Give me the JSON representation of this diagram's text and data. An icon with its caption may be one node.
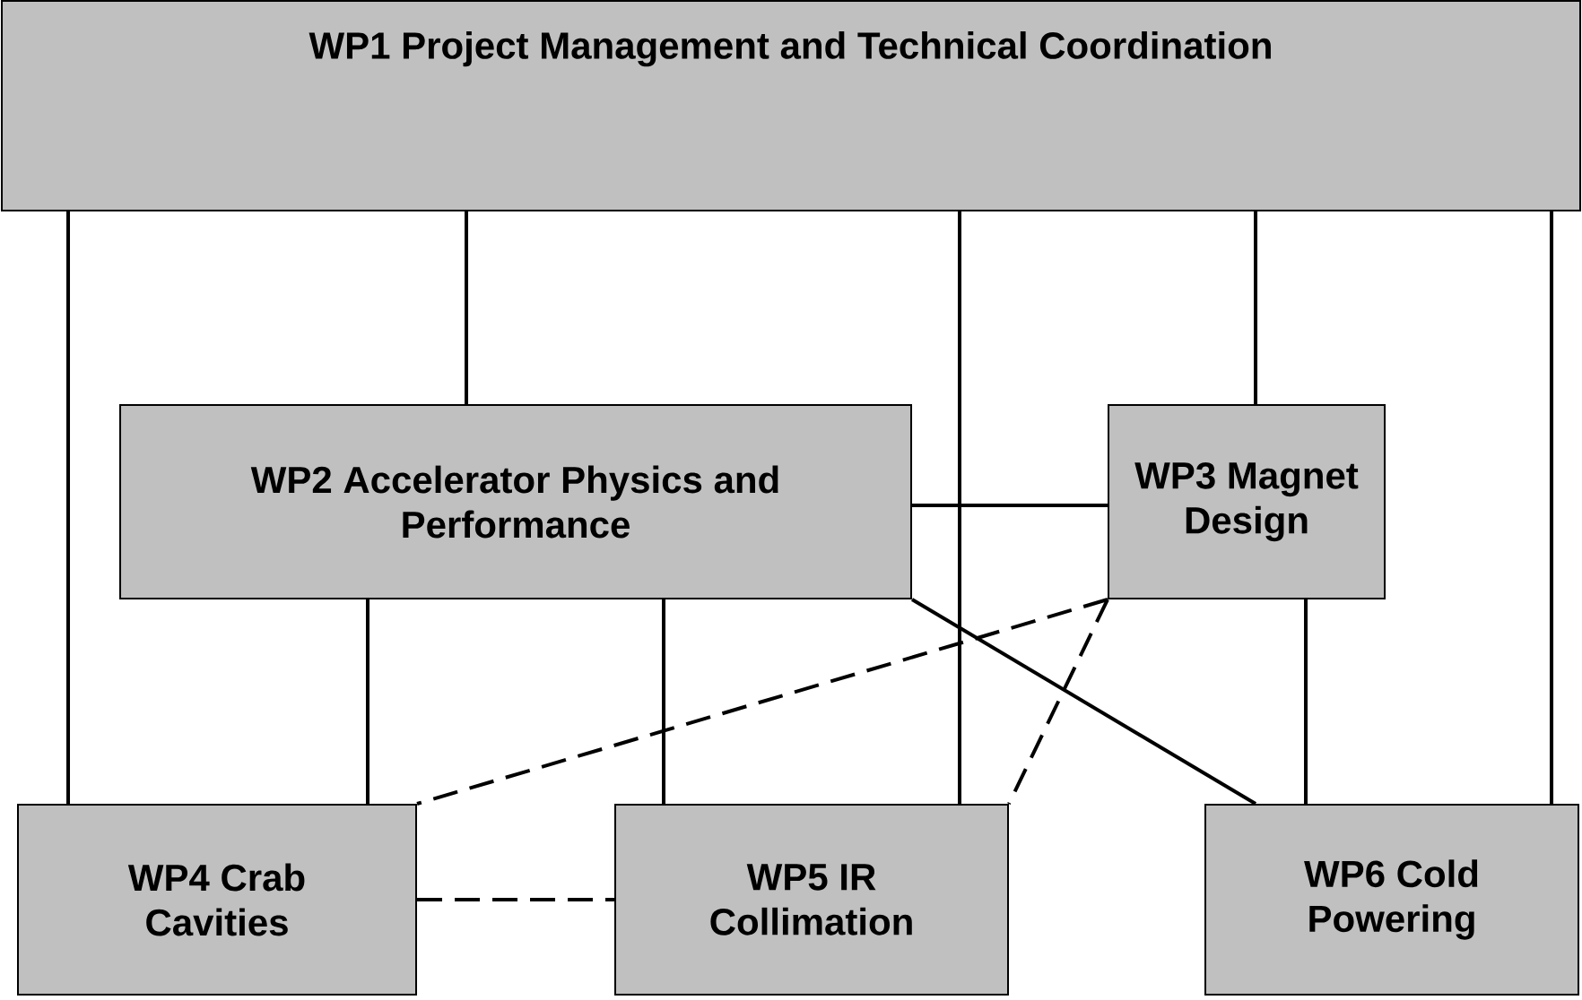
{
  "diagram": {
    "nodes": [
      {
        "text": [
          "WP1 Project Management and Technical Coordination"
        ]
      },
      {
        "text": [
          "WP2 Accelerator Physics and Performance"
        ]
      },
      {
        "text": [
          "WP3 Magnet Design"
        ]
      },
      {
        "text": [
          "WP4 Crab Cavities"
        ]
      },
      {
        "text": [
          "WP5 IR Collimation"
        ]
      },
      {
        "text": [
          "WP6 Cold Powering"
        ]
      }
    ],
    "edges": [
      {
        "from": 0,
        "to": 3,
        "arrow": "none"
      },
      {
        "from": 0,
        "to": 1,
        "arrow": "none"
      },
      {
        "from": 0,
        "to": 4,
        "arrow": "none"
      },
      {
        "from": 0,
        "to": 2,
        "arrow": "none"
      },
      {
        "from": 0,
        "to": 5,
        "arrow": "none"
      },
      {
        "from": 1,
        "to": 2,
        "arrow": "none"
      },
      {
        "from": 1,
        "to": 3,
        "arrow": "none"
      },
      {
        "from": 1,
        "to": 4,
        "arrow": "none"
      },
      {
        "from": 1,
        "to": 5,
        "arrow": "none"
      },
      {
        "from": 2,
        "to": 3,
        "arrow": "none",
        "style": "dashed"
      },
      {
        "from": 2,
        "to": 4,
        "arrow": "none",
        "style": "dashed"
      },
      {
        "from": 2,
        "to": 5,
        "arrow": "none"
      },
      {
        "from": 3,
        "to": 4,
        "arrow": "none",
        "style": "dashed"
      }
    ]
  }
}
